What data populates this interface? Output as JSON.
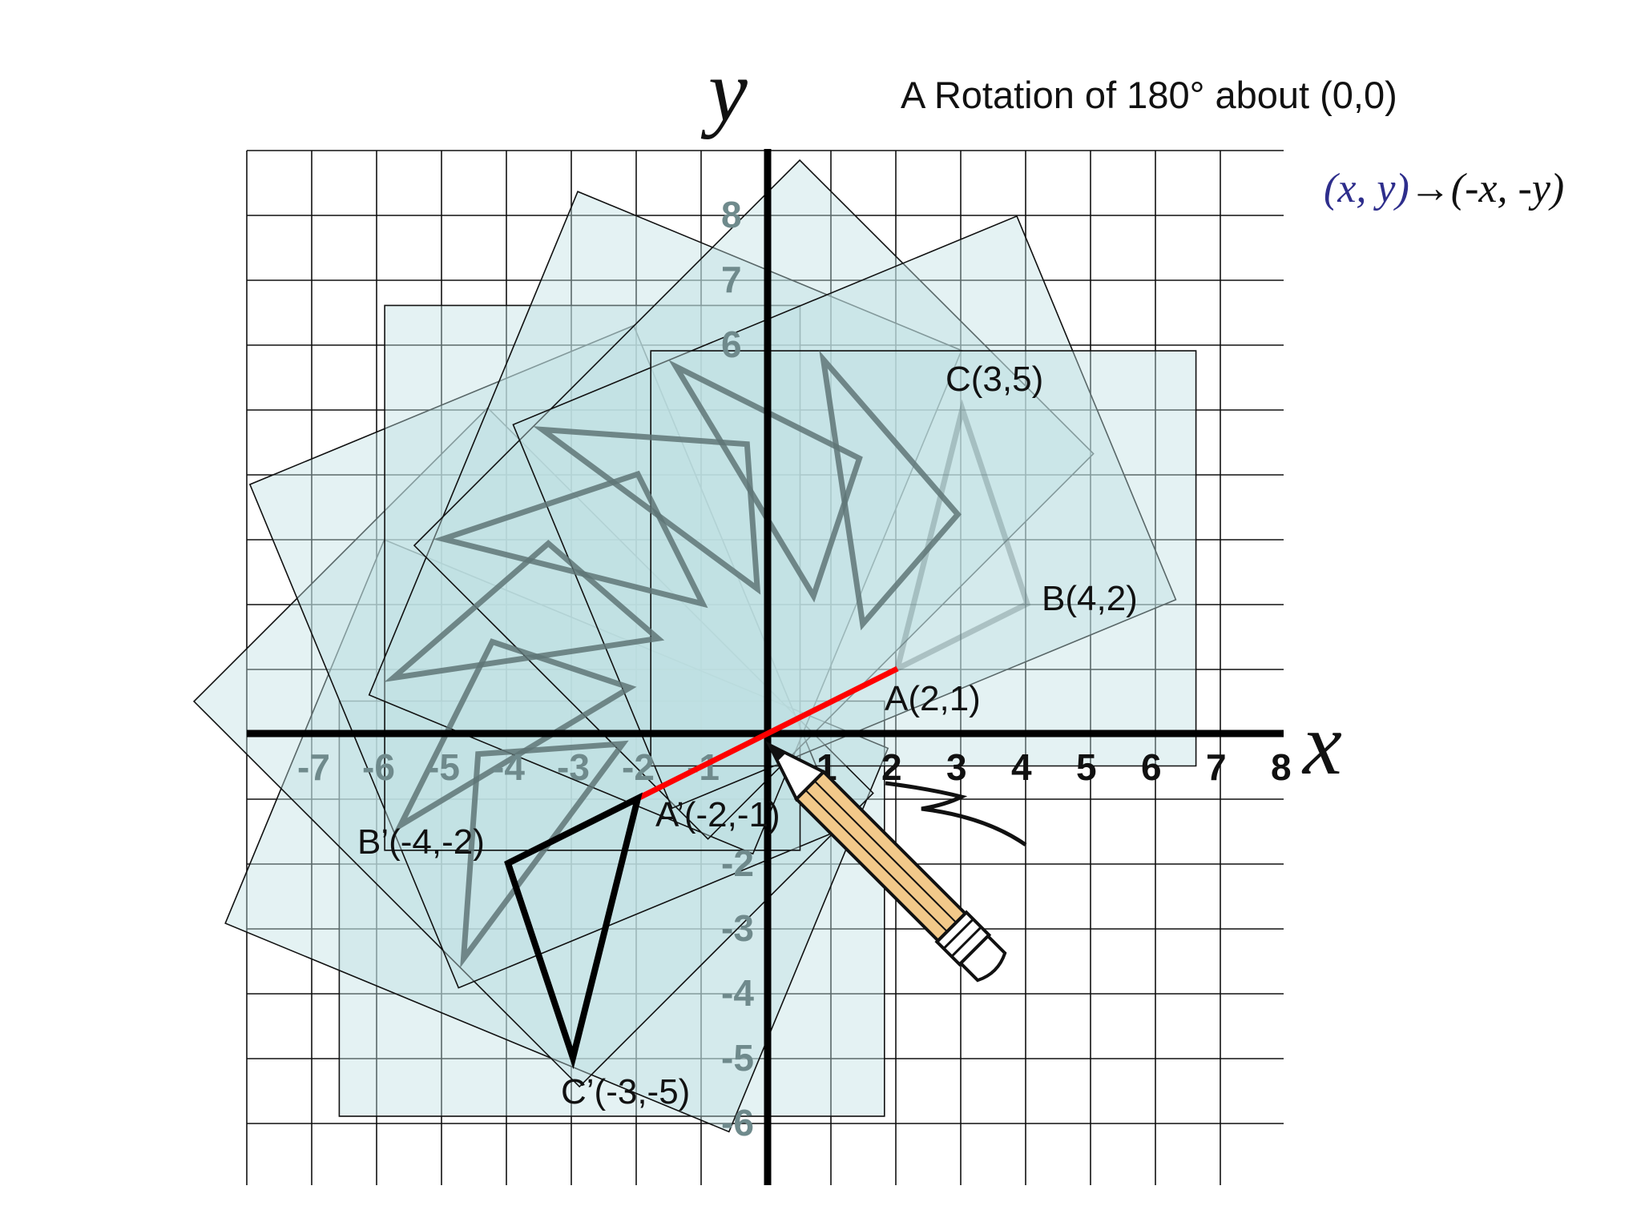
{
  "title": "A Rotation of 180° about (0,0)",
  "rule": {
    "from": "(x, y)",
    "arrow": "→",
    "to": "(-x, -y)",
    "from_color": "#2e2e8c",
    "to_color": "#111111"
  },
  "axes": {
    "x_name": "x",
    "y_name": "y",
    "x_range": [
      -8,
      8
    ],
    "y_range": [
      -7,
      9
    ]
  },
  "x_ticks": [
    "-7",
    "-6",
    "-5",
    "-4",
    "-3",
    "-2",
    "-1",
    "1",
    "2",
    "3",
    "4",
    "5",
    "6",
    "7",
    "8"
  ],
  "y_ticks": [
    "8",
    "7",
    "6",
    "-2",
    "-3",
    "-4",
    "-5",
    "-6"
  ],
  "original_triangle": {
    "A": {
      "label": "A(2,1)",
      "point": [
        2,
        1
      ]
    },
    "B": {
      "label": "B(4,2)",
      "point": [
        4,
        2
      ]
    },
    "C": {
      "label": "C(3,5)",
      "point": [
        3,
        5
      ]
    }
  },
  "image_triangle": {
    "A": {
      "label": "A’(-2,-1)",
      "point": [
        -2,
        -1
      ]
    },
    "B": {
      "label": "B’(-4,-2)",
      "point": [
        -4,
        -2
      ]
    },
    "C": {
      "label": "C’(-3,-5)",
      "point": [
        -3,
        -5
      ]
    }
  },
  "rotation_angles_deg": [
    0,
    22.5,
    45,
    67.5,
    90,
    112.5,
    135,
    157.5,
    180
  ],
  "colors": {
    "sheet_fill": "#bfe0e3",
    "sheet_stroke": "#111111",
    "grid": "#111111",
    "segment": "#ff0000",
    "image_triangle": "#000000",
    "ghost_triangle": "#5f7577",
    "pencil_body": "#f2c98a",
    "background": "#ffffff"
  },
  "icons": {
    "pencil": "pencil-icon"
  }
}
